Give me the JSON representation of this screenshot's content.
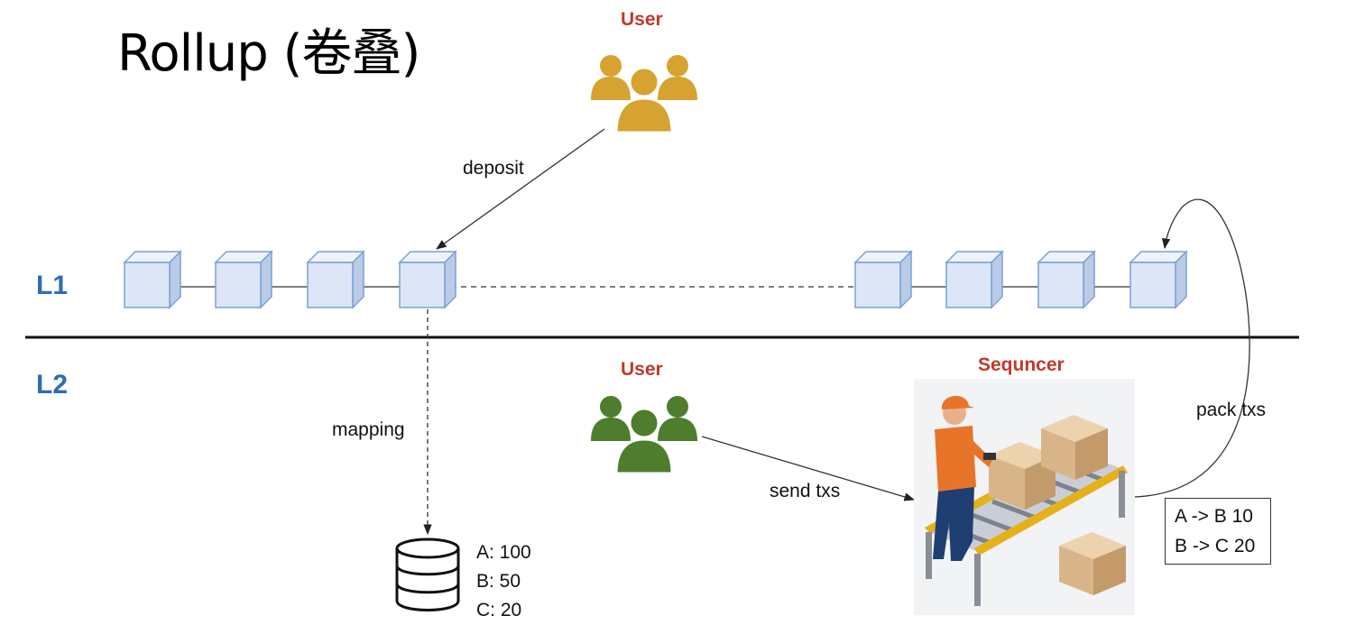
{
  "title": "Rollup (卷叠)",
  "layers": {
    "l1": "L1",
    "l2": "L2"
  },
  "actors": {
    "user_top": "User",
    "user_bottom": "User",
    "sequencer": "Sequncer"
  },
  "edges": {
    "deposit": "deposit",
    "mapping": "mapping",
    "send_txs": "send txs",
    "pack_txs": "pack txs"
  },
  "database": {
    "entries": [
      "A: 100",
      "B: 50",
      "C: 20"
    ]
  },
  "transactions": {
    "entries": [
      "A -> B 10",
      "B -> C 20"
    ]
  },
  "colors": {
    "accent_red": "#c0392b",
    "layer_blue": "#2e6db3",
    "user_gold": "#d6a230",
    "user_green": "#4e7d2d",
    "block_fill": "#dce6f6",
    "block_stroke": "#7aa0d4"
  }
}
